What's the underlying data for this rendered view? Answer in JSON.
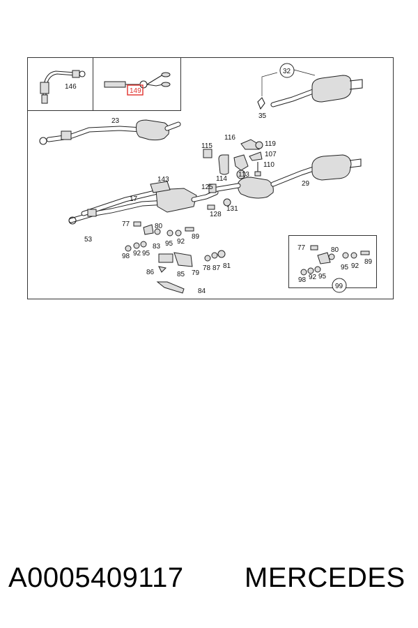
{
  "diagram": {
    "highlighted_part": "149",
    "callouts": {
      "c146": "146",
      "c149": "149",
      "c32": "32",
      "c35": "35",
      "c23": "23",
      "c116": "116",
      "c119": "119",
      "c115": "115",
      "c107": "107",
      "c110": "110",
      "c113": "113",
      "c114": "114",
      "c143": "143",
      "c125": "125",
      "c29": "29",
      "c17": "17",
      "c131": "131",
      "c128": "128",
      "c77a": "77",
      "c80a": "80",
      "c53": "53",
      "c95a": "95",
      "c92a": "92",
      "c89a": "89",
      "c83": "83",
      "c98a": "98",
      "c92b": "92",
      "c95b": "95",
      "c86": "86",
      "c85": "85",
      "c79": "79",
      "c78": "78",
      "c87": "87",
      "c81": "81",
      "c84": "84",
      "c77b": "77",
      "c80b": "80",
      "c95c": "95",
      "c92c": "92",
      "c89b": "89",
      "c98b": "98",
      "c92d": "92",
      "c95d": "95",
      "c99": "99"
    },
    "highlight_color": "#e0302c"
  },
  "footer": {
    "part_number": "A0005409117",
    "brand": "MERCEDES"
  }
}
